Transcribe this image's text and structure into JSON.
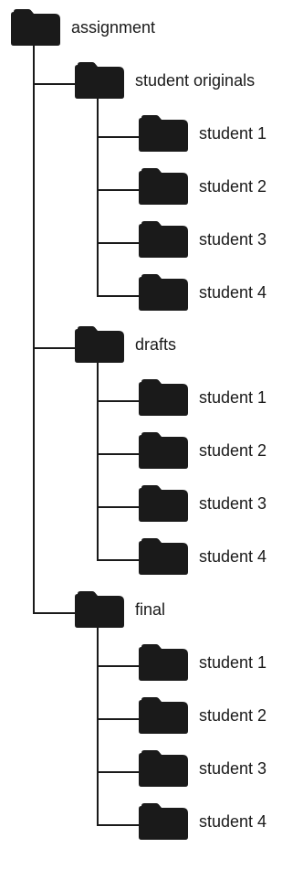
{
  "colors": {
    "folder": "#1a1a1a",
    "line": "#1a1a1a",
    "text": "#1a1a1a"
  },
  "tree": {
    "label": "assignment",
    "icon": "folder-icon",
    "children": [
      {
        "label": "student originals",
        "icon": "folder-icon",
        "children": [
          {
            "label": "student 1",
            "icon": "folder-icon"
          },
          {
            "label": "student 2",
            "icon": "folder-icon"
          },
          {
            "label": "student 3",
            "icon": "folder-icon"
          },
          {
            "label": "student 4",
            "icon": "folder-icon"
          }
        ]
      },
      {
        "label": "drafts",
        "icon": "folder-icon",
        "children": [
          {
            "label": "student 1",
            "icon": "folder-icon"
          },
          {
            "label": "student 2",
            "icon": "folder-icon"
          },
          {
            "label": "student 3",
            "icon": "folder-icon"
          },
          {
            "label": "student 4",
            "icon": "folder-icon"
          }
        ]
      },
      {
        "label": "final",
        "icon": "folder-icon",
        "children": [
          {
            "label": "student 1",
            "icon": "folder-icon"
          },
          {
            "label": "student 2",
            "icon": "folder-icon"
          },
          {
            "label": "student 3",
            "icon": "folder-icon"
          },
          {
            "label": "student 4",
            "icon": "folder-icon"
          }
        ]
      }
    ]
  }
}
